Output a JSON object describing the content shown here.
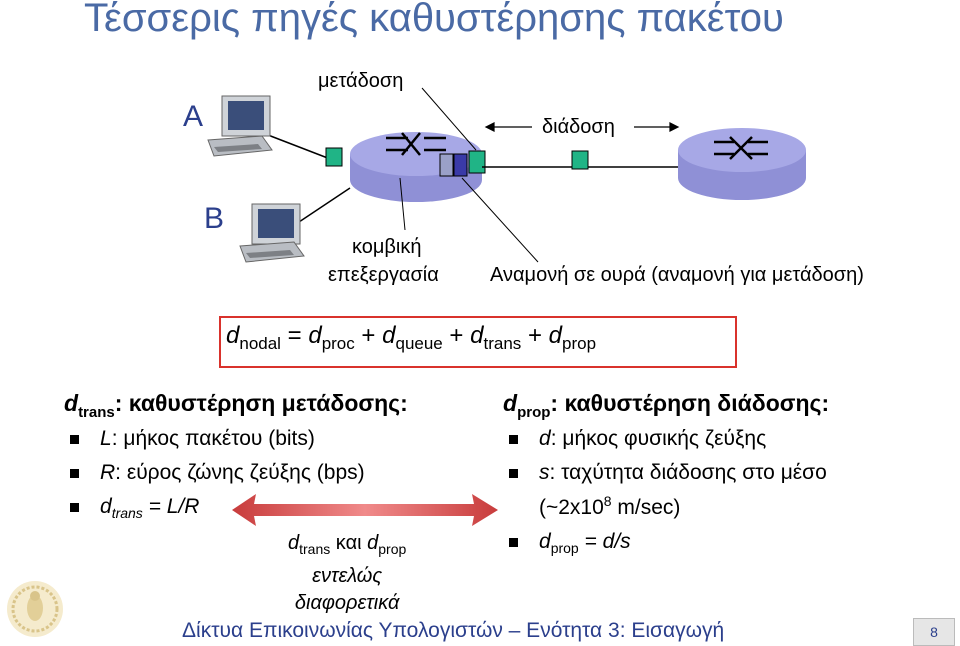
{
  "title": "Τέσσερις πηγές καθυστέρησης πακέτου",
  "diagram": {
    "label_transmission": "μετάδοση",
    "label_propagation": "διάδοση",
    "host_a": "A",
    "host_b": "B",
    "label_processing_line1": "κομβική",
    "label_processing_line2": "επεξεργασία",
    "label_queueing": "Αναμονή σε ουρά (αναμονή για μετάδοση)"
  },
  "formula": {
    "d1": "d",
    "s1": "nodal",
    "eq": " = ",
    "d2": "d",
    "s2": "proc",
    "p1": " + ",
    "d3": "d",
    "s3": "queue",
    "p2": " + ",
    "d4": "d",
    "s4": "trans",
    "p3": " + ",
    "d5": "d",
    "s5": "prop"
  },
  "left": {
    "head_d": "d",
    "head_sub": "trans",
    "head_text": ": καθυστέρηση μετάδοσης:",
    "b1_var": "L",
    "b1_text": ": μήκος πακέτου (bits)",
    "b2_var": "R",
    "b2_text": ": εύρος ζώνης ζεύξης (bps)",
    "b3_d": "d",
    "b3_sub": "trans",
    "b3_text": " = L/R"
  },
  "right": {
    "head_d": "d",
    "head_sub": "prop",
    "head_text": ": καθυστέρηση διάδοσης:",
    "b1_var": "d",
    "b1_text": ": μήκος φυσικής ζεύξης",
    "b2_var": "s",
    "b2_text": ": ταχύτητα διάδοσης στο μέσο",
    "b2_line2_pre": "(~2x10",
    "b2_line2_sup": "8",
    "b2_line2_post": " m/sec)",
    "b3_d": "d",
    "b3_sub": "prop",
    "b3_text": " = d/s"
  },
  "note": {
    "d1": "d",
    "s1": "trans",
    "mid": " και ",
    "d2": "d",
    "s2": "prop",
    "line2": "εντελώς",
    "line3": "διαφορετικά"
  },
  "footer": "Δίκτυα Επικοινωνίας Υπολογιστών – Ενότητα 3: Εισαγωγή",
  "page_number": "8",
  "colors": {
    "title": "#4a6aa5",
    "router": "#a7a8e6",
    "packet": "#20b486",
    "highlight_box": "#d9322c",
    "arrow": "#d94a4a"
  }
}
